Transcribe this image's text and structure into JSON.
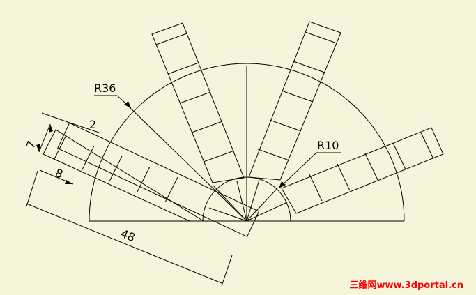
{
  "dimensions": {
    "outer_radius": "R36",
    "inner_radius": "R10",
    "width_7": "7",
    "gap_2": "2",
    "len_8": "8",
    "total_48": "48"
  },
  "watermark": "三维网www.3dportal.cn",
  "colors": {
    "background": "#f5f5dc",
    "lines": "#000000",
    "watermark": "#ff0000"
  }
}
